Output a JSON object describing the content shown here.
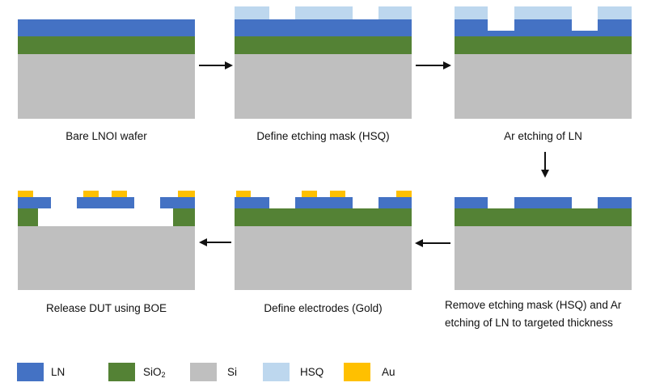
{
  "materials": {
    "LN": {
      "label": "LN",
      "color": "#4472C4"
    },
    "SiO2": {
      "label": "SiO",
      "sub": "2",
      "color": "#548235"
    },
    "Si": {
      "label": "Si",
      "color": "#BFBFBF"
    },
    "HSQ": {
      "label": "HSQ",
      "color": "#BDD7EE"
    },
    "Au": {
      "label": "Au",
      "color": "#FFC000"
    }
  },
  "steps": [
    {
      "id": 1,
      "caption": "Bare LNOI wafer"
    },
    {
      "id": 2,
      "caption": "Define etching mask (HSQ)"
    },
    {
      "id": 3,
      "caption": "Ar etching of LN"
    },
    {
      "id": 4,
      "caption": "Remove etching mask (HSQ) and Ar etching of LN to targeted thickness"
    },
    {
      "id": 5,
      "caption": "Define electrodes (Gold)"
    },
    {
      "id": 6,
      "caption": "Release DUT using BOE"
    }
  ],
  "legend": [
    {
      "key": "LN",
      "label": "LN"
    },
    {
      "key": "SiO2",
      "label": "SiO",
      "sub": "2"
    },
    {
      "key": "Si",
      "label": "Si"
    },
    {
      "key": "HSQ",
      "label": "HSQ"
    },
    {
      "key": "Au",
      "label": "Au"
    }
  ],
  "arrows": [
    {
      "from": 1,
      "to": 2,
      "direction": "right"
    },
    {
      "from": 2,
      "to": 3,
      "direction": "right"
    },
    {
      "from": 3,
      "to": 4,
      "direction": "down"
    },
    {
      "from": 4,
      "to": 5,
      "direction": "left"
    },
    {
      "from": 5,
      "to": 6,
      "direction": "left"
    }
  ]
}
